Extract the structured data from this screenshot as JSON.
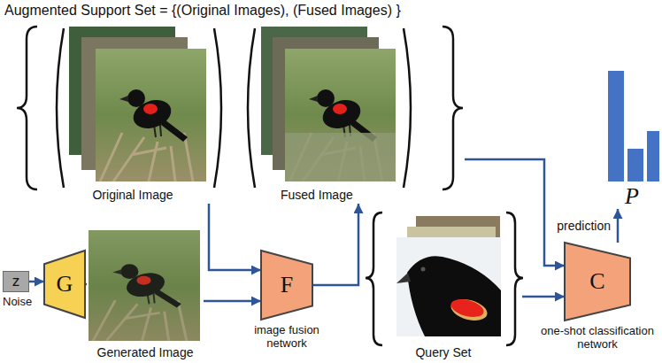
{
  "diagram": {
    "nodes": [
      {
        "text": [
          "Augmented Support Set = {(Original Images), (Fused Images) }"
        ]
      },
      {
        "text": [
          "Original Image"
        ],
        "in": 0
      },
      {
        "text": [
          "Fused Image"
        ],
        "in": 0
      },
      {
        "text": [
          "z",
          "Noise"
        ]
      },
      {
        "text": [
          "G"
        ]
      },
      {
        "text": [
          "Generated Image"
        ]
      },
      {
        "text": [
          "F",
          "image fusion network"
        ]
      },
      {
        "text": [
          "Query Set"
        ]
      },
      {
        "text": [
          "C",
          "one-shot classification network"
        ]
      },
      {
        "text": [
          "P"
        ]
      }
    ],
    "edges": [
      {
        "from": 3,
        "to": 4,
        "arrow": "to"
      },
      {
        "from": 4,
        "to": 5,
        "arrow": "to"
      },
      {
        "from": 1,
        "to": 6,
        "arrow": "to"
      },
      {
        "from": 5,
        "to": 6,
        "arrow": "to"
      },
      {
        "from": 6,
        "to": 2,
        "arrow": "to"
      },
      {
        "from": 0,
        "to": 8,
        "arrow": "to"
      },
      {
        "from": 7,
        "to": 8,
        "arrow": "to"
      },
      {
        "from": 8,
        "to": 9,
        "label": "prediction",
        "arrow": "to"
      }
    ]
  }
}
